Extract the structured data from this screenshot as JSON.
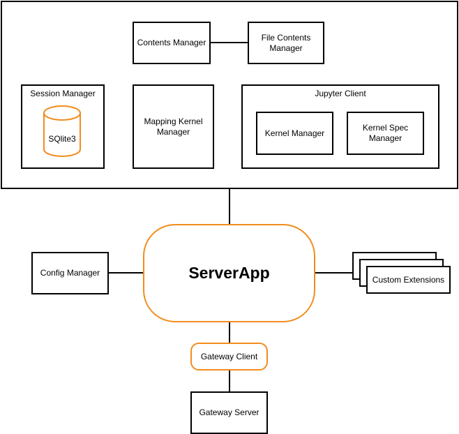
{
  "diagram": {
    "accent_color": "#f28c1e",
    "contents_manager": "Contents Manager",
    "file_contents_manager": "File Contents Manager",
    "session_manager": "Session Manager",
    "sqlite": "SQlite3",
    "mapping_kernel_manager": "Mapping Kernel Manager",
    "jupyter_client": "Jupyter Client",
    "kernel_manager": "Kernel Manager",
    "kernel_spec_manager": "Kernel Spec Manager",
    "server_app": "ServerApp",
    "config_manager": "Config Manager",
    "custom_extensions": "Custom Extensions",
    "gateway_client": "Gateway Client",
    "gateway_server": "Gateway Server"
  }
}
